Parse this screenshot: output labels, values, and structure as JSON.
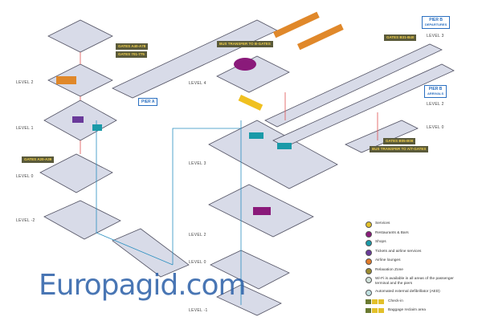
{
  "levels_left": [
    "LEVEL 2",
    "LEVEL 1",
    "LEVEL 0",
    "LEVEL -2"
  ],
  "levels_center": [
    "LEVEL 4",
    "LEVEL 3",
    "LEVEL 2",
    "LEVEL 0",
    "LEVEL -1"
  ],
  "levels_right": [
    "LEVEL 3",
    "LEVEL 2",
    "LEVEL 0"
  ],
  "gates": {
    "g1": "GATES A40-A78",
    "g2": "GATES 701-775",
    "g3": "GATES A20-A39",
    "bus_b": "BUS TRANSFER TO B-GATES",
    "g4": "GATES B31-B40",
    "g5": "GATES B05-B08",
    "bus_a": "BUS TRANSFER TO A/T-GATES"
  },
  "piers": {
    "a": "PIER A",
    "b_dep_title": "PIER B",
    "b_dep_sub": "DEPARTURES",
    "b_arr_title": "PIER B",
    "b_arr_sub": "ARRIVALS"
  },
  "legend": [
    {
      "label": "Services",
      "color": "#e2c02a",
      "icon": "services-icon"
    },
    {
      "label": "Restaurants & Bars",
      "color": "#8a1a7a",
      "icon": "restaurant-icon"
    },
    {
      "label": "Shops",
      "color": "#1a9aa8",
      "icon": "shop-icon"
    },
    {
      "label": "Tickets and airline services",
      "color": "#6a3a9a",
      "icon": "ticket-icon"
    },
    {
      "label": "Airline lounges",
      "color": "#e07a28",
      "icon": "lounge-icon"
    },
    {
      "label": "Relaxation Zone",
      "color": "#9a8a30",
      "icon": "relax-icon"
    },
    {
      "label": "Wi-Fi is available in all areas of the passenger terminal and the piers",
      "color": "#cfe0d8",
      "icon": "wifi-icon"
    },
    {
      "label": "Automated external defibrillator (AED)",
      "color": "#bfe0e0",
      "icon": "aed-icon"
    },
    {
      "label": "Check-in",
      "color": "#6a7a30",
      "icon": "checkin-icon"
    },
    {
      "label": "Baggage reclaim area",
      "color": "#6a7a30",
      "icon": "baggage-icon"
    }
  ],
  "watermark": "Europagid.com"
}
